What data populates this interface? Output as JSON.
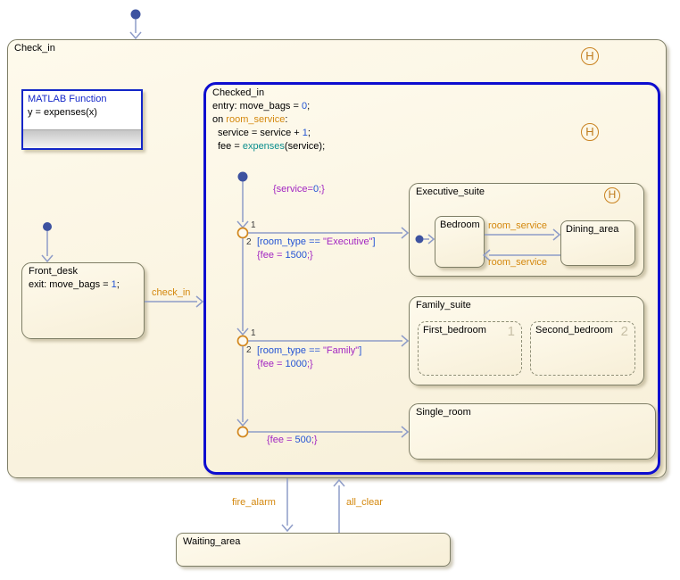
{
  "palette": {
    "event_color": "#D4880E",
    "number_color": "#2353D4",
    "string_action_color": "#A226C2",
    "condition_color": "#2353D4",
    "function_color": "#0B8D8D",
    "superstate_border": "#0D0DCF",
    "transition_color": "#8E9CC8",
    "junction_color": "#D2871E",
    "state_fill": "#FAF3DF"
  },
  "chart": {
    "check_in": {
      "label": "Check_in",
      "history_symbol": "H"
    },
    "matlab_function": {
      "title": "MATLAB Function",
      "signature": "y = expenses(x)"
    },
    "front_desk": {
      "label": "Front_desk",
      "exit_pre": "exit: move_bags = ",
      "exit_num": "1",
      "exit_end": ";"
    },
    "checked_in": {
      "label": "Checked_in",
      "history_symbol": "H",
      "entry_pre": "entry: move_bags = ",
      "entry_num": "0",
      "entry_end": ";",
      "on_pre": "on ",
      "on_event": "room_service",
      "on_end": ":",
      "service_pre": "service = service + ",
      "service_num": "1",
      "service_end": ";",
      "fee_pre": "fee = ",
      "fee_fn": "expenses",
      "fee_end": "(service);"
    },
    "executive_suite": {
      "label": "Executive_suite",
      "history_symbol": "H",
      "bedroom_label": "Bedroom",
      "dining_label": "Dining_area",
      "to_dining_event": "room_service",
      "to_bedroom_event": "room_service"
    },
    "family_suite": {
      "label": "Family_suite",
      "first_label": "First_bedroom",
      "first_order": "1",
      "second_label": "Second_bedroom",
      "second_order": "2"
    },
    "single_room": {
      "label": "Single_room"
    },
    "waiting_area": {
      "label": "Waiting_area"
    },
    "transitions": {
      "check_in_event": "check_in",
      "init_action_pre": "{service=",
      "init_action_num": "0",
      "init_action_end": ";}",
      "exec_cond_pre": "[room_type == ",
      "exec_cond_str": "\"Executive\"",
      "exec_cond_end": "]",
      "exec_fee_pre": "{fee = ",
      "exec_fee_num": "1500",
      "exec_fee_end": ";}",
      "family_cond_pre": "[room_type == ",
      "family_cond_str": "\"Family\"",
      "family_cond_end": "]",
      "family_fee_pre": "{fee = ",
      "family_fee_num": "1000",
      "family_fee_end": ";}",
      "single_fee_pre": "{fee = ",
      "single_fee_num": "500",
      "single_fee_end": ";}",
      "fire_alarm_event": "fire_alarm",
      "all_clear_event": "all_clear",
      "j1_order_a": "1",
      "j1_order_b": "2",
      "j2_order_a": "1",
      "j2_order_b": "2"
    }
  }
}
